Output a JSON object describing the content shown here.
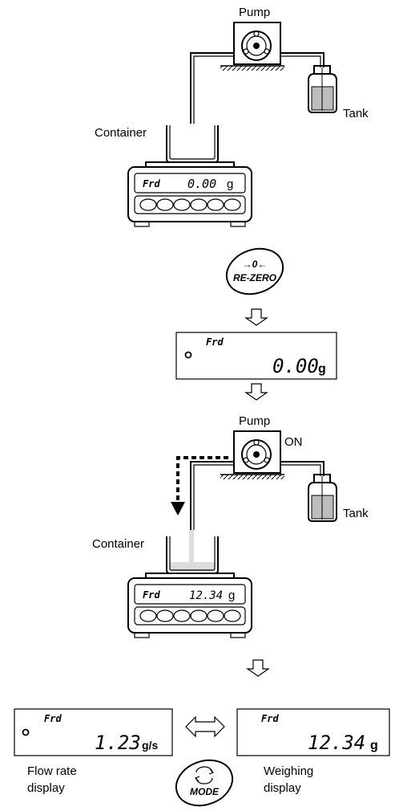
{
  "step1": {
    "pump_label": "Pump",
    "tank_label": "Tank",
    "container_label": "Container",
    "balance_mode": "Frd",
    "balance_value": "0.00",
    "balance_unit": "g"
  },
  "rezero_key": {
    "symbol": "→0←",
    "label": "RE-ZERO"
  },
  "display_after_rezero": {
    "mode": "Frd",
    "value": "0.00",
    "unit": "g"
  },
  "step2": {
    "pump_label": "Pump",
    "pump_state": "ON",
    "tank_label": "Tank",
    "container_label": "Container",
    "balance_mode": "Frd",
    "balance_value": "12.34",
    "balance_unit": "g"
  },
  "flow_rate_display": {
    "mode": "Frd",
    "value": "1.23",
    "unit": "g/s",
    "caption_line1": "Flow rate",
    "caption_line2": "display"
  },
  "weighing_display": {
    "mode": "Frd",
    "value": "12.34",
    "unit": "g",
    "caption_line1": "Weighing",
    "caption_line2": "display"
  },
  "mode_key": {
    "label": "MODE"
  }
}
